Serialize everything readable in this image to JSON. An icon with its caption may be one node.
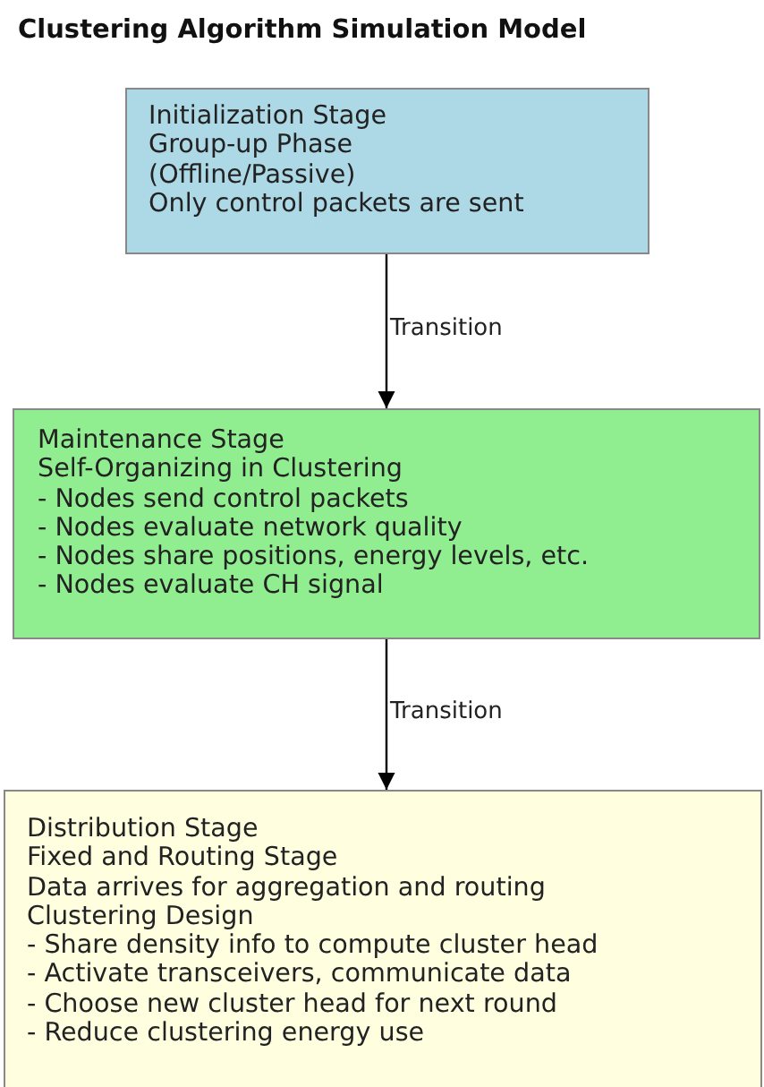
{
  "diagram": {
    "title": "Clustering Algorithm Simulation Model",
    "nodes": [
      {
        "text": [
          "Initialization Stage",
          "Group-up Phase",
          "(Offline/Passive)",
          "Only control packets are sent"
        ]
      },
      {
        "text": [
          "Maintenance Stage",
          "Self-Organizing in Clustering",
          "- Nodes send control packets",
          "- Nodes evaluate network quality",
          "- Nodes share positions, energy levels, etc.",
          "- Nodes evaluate CH signal"
        ]
      },
      {
        "text": [
          "Distribution Stage",
          "Fixed and Routing Stage",
          "Data arrives for aggregation and routing",
          "Clustering Design",
          "- Share density info to compute cluster head",
          "- Activate transceivers, communicate data",
          "- Choose new cluster head for next round",
          "- Reduce clustering energy use"
        ]
      }
    ],
    "edges": [
      {
        "from": 0,
        "to": 1,
        "arrow": "to",
        "label": "Transition"
      },
      {
        "from": 1,
        "to": 2,
        "arrow": "to",
        "label": "Transition"
      }
    ]
  }
}
